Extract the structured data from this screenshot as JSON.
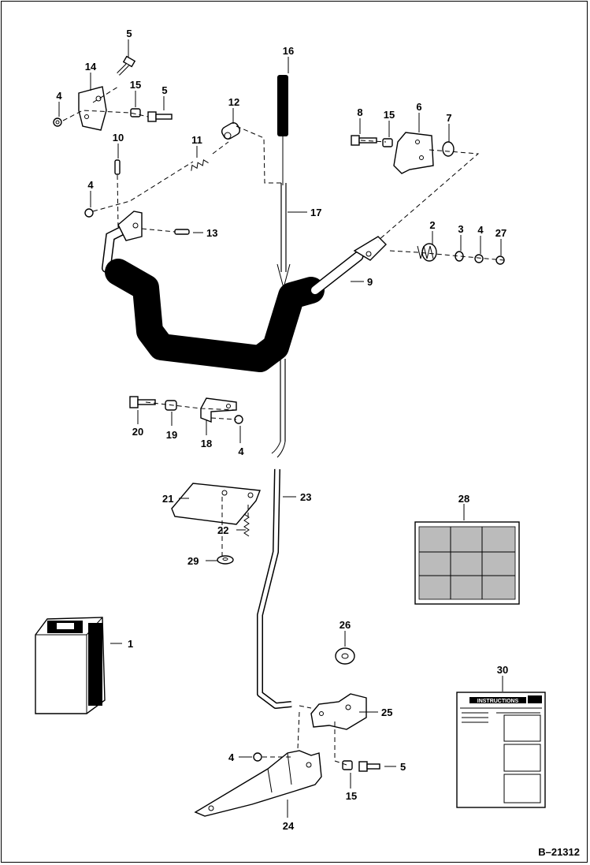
{
  "drawing_number": "B–21312",
  "callouts": {
    "c1": "1",
    "c2": "2",
    "c3": "3",
    "c4": "4",
    "c5": "5",
    "c6": "6",
    "c7": "7",
    "c8": "8",
    "c9": "9",
    "c10": "10",
    "c11": "11",
    "c12": "12",
    "c13": "13",
    "c14": "14",
    "c15": "15",
    "c16": "16",
    "c17": "17",
    "c18": "18",
    "c19": "19",
    "c20": "20",
    "c21": "21",
    "c22": "22",
    "c23": "23",
    "c24": "24",
    "c25": "25",
    "c26": "26",
    "c27": "27",
    "c28": "28",
    "c29": "29",
    "c30": "30"
  },
  "instructions_card": {
    "heading": "INSTRUCTIONS"
  }
}
